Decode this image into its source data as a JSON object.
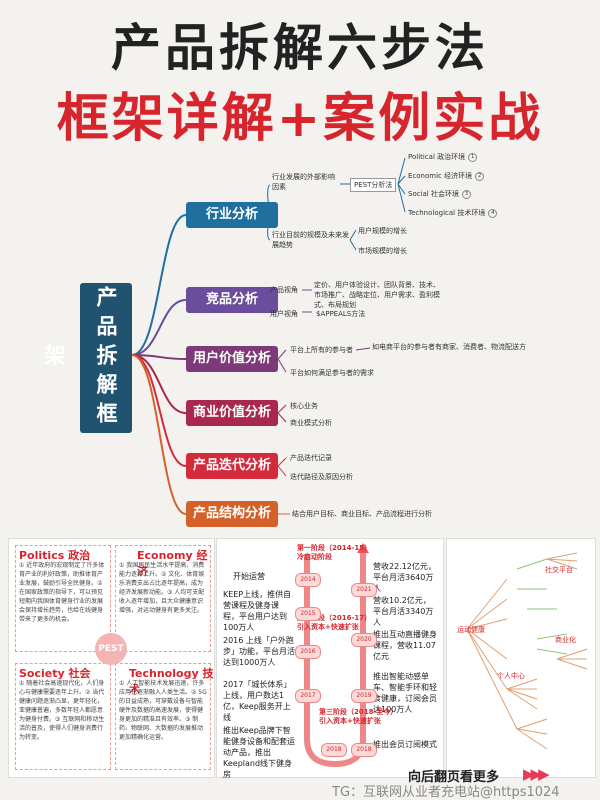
{
  "title": {
    "line1": "产品拆解六步法",
    "line2": "框架详解+案例实战"
  },
  "root": "产品拆解框架",
  "categories": [
    {
      "label": "行业分析",
      "color": "#1f6f9f"
    },
    {
      "label": "竞品分析",
      "color": "#6b4e9b"
    },
    {
      "label": "用户价值分析",
      "color": "#7e3a78"
    },
    {
      "label": "商业价值分析",
      "color": "#a8284e"
    },
    {
      "label": "产品迭代分析",
      "color": "#d42b3c"
    },
    {
      "label": "产品结构分析",
      "color": "#d4612a"
    }
  ],
  "industry": {
    "n1": "行业发展的外部影响因素",
    "n2": "行业目前的规模及未来发展趋势",
    "pest": "PEST分析法",
    "p1": "Political 政治环境",
    "p2": "Economic 经济环境",
    "p3": "Social 社会环境",
    "p4": "Technological 技术环境",
    "s1": "用户规模的增长",
    "s2": "市场规模的增长",
    "c1": "1",
    "c2": "2",
    "c3": "3",
    "c4": "4"
  },
  "competitor": {
    "n1": "产品视角",
    "d1": "定价、用户体验设计、团队背景、技术、市场推广、战略定位、用户需求、盈利模式、布局规划",
    "n2": "用户视角",
    "d2": "$APPEALS方法"
  },
  "uservalue": {
    "n1": "平台上所有的参与者",
    "d1": "如电商平台的参与者有商家、消费者、物流配送方",
    "n2": "平台如何满足参与者的需求"
  },
  "business": {
    "n1": "核心业务",
    "n2": "商业模式分析"
  },
  "iteration": {
    "n1": "产品迭代记录",
    "n2": "迭代路径及原因分析"
  },
  "structure": {
    "n1": "结合用户目标、商业目标、产品流程进行分析"
  },
  "pest_panel": {
    "politics_h": "Politics 政治",
    "politics_t": "① 近年政府的宏观制定了许多体育产业的利好政策，助推体育产业发展，鼓励引导全民健身。② 在国家政策的指导下，可以预见短期内我国体育健身行业的发展会保持增长趋势，也给在线健身带来了更多的机会。",
    "economy_h": "Economy 经济",
    "economy_t": "① 我国居民生活水平提高，消费能力逐年上升。② 文化、体育娱乐消费支出占比逐年提高，成为经济发展新动能。③ 人均可支配收入逐年增加，且大众健康意识增强，对运动健身有更多关注。",
    "society_h": "Society 社会",
    "society_t": "① 随着社会高速现代化，人们身心与健康需要逐年上升。② 当代健康问题逐渐凸显，更年轻化，亚健康普遍，多数年轻人都愿意为健身付费。③ 互联网和移动生活的普及，使得人们健身消费行为转变。",
    "tech_h": "Technology 技术",
    "tech_t": "① 人工智能技术发展迅速，许多应用已逐渐融入人类生活。② 5G的日益成熟，可穿戴设备与智能硬件及数据的高速发展，使得健身更加的精准且有效率。③ 制药、物联网、大数据的发展推动更加精确化运营。",
    "center": "PEST"
  },
  "timeline": {
    "s1": "第一阶段（2014-15）",
    "s1b": "冷启动阶段",
    "s2": "第二阶段（2016-17）",
    "s2b": "引入资本+快速扩张",
    "s3": "第三阶段（2018-至今）",
    "s3b": "引入资本+快速扩张",
    "start": "开始运营",
    "e1": "KEEP上线，推供自营课程及健身课程，平台用户达到100万人",
    "e2": "2016 上线「户外跑步」功能，平台月活达到1000万人",
    "e3": "2017「城长体系」上线，用户数达1亿，Keep服务开上线",
    "e4": "推出Keep品牌下智能健身设备和配套运动产品，推出Keepland线下健身房",
    "r1": "营收22.12亿元，平台月活3640万人",
    "r2": "营收10.2亿元，平台月活3340万人",
    "r3": "推出互动直播健身课程，营收11.07亿元",
    "r4": "推出智能动感单车、智能手环和轻食健康，订阅会员达100万人",
    "r5": "推出会员订阅模式",
    "y1": "2014",
    "y2": "2015",
    "y3": "2016",
    "y4": "2017",
    "y5": "2018",
    "y6": "2019",
    "y7": "2020",
    "y8": "2021",
    "y9": "2018"
  },
  "mindmap_panel": {
    "a": "社交平台",
    "b": "运动健康",
    "c": "商业化",
    "d": "个人中心"
  },
  "footer": "向后翻页看更多",
  "watermark": "TG：互联网从业者充电站@https1024"
}
